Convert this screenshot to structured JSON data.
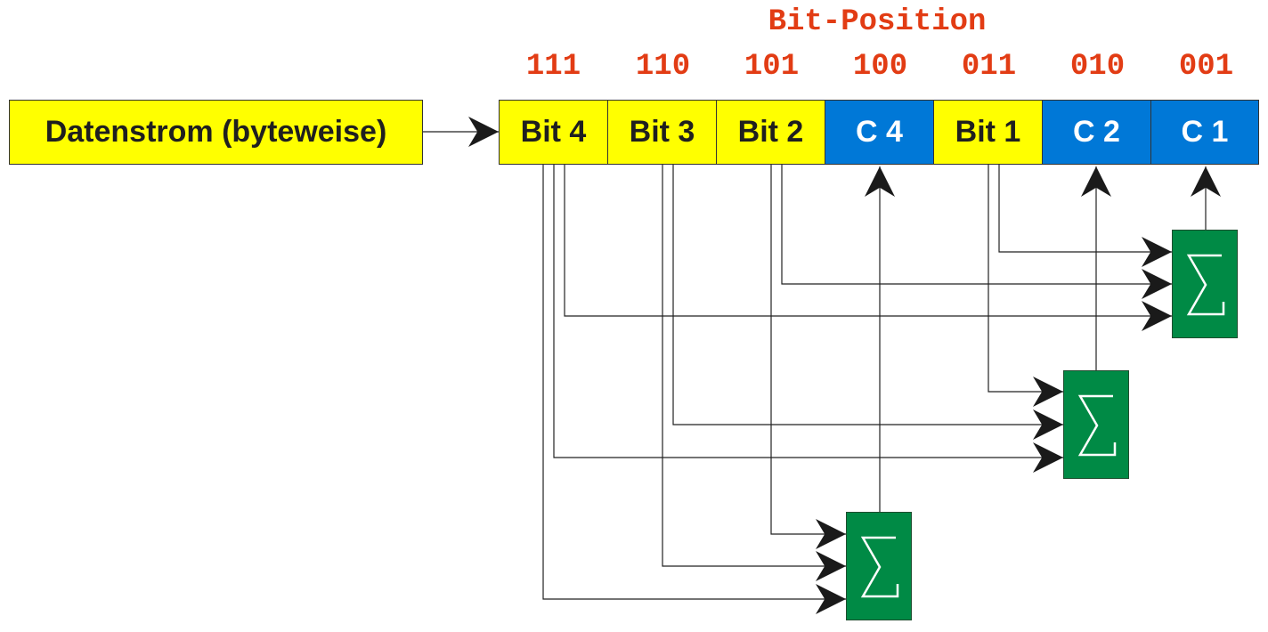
{
  "header": {
    "title": "Bit-Position"
  },
  "stream": {
    "label": "Datenstrom (byteweise)"
  },
  "positions": [
    "111",
    "110",
    "101",
    "100",
    "011",
    "010",
    "001"
  ],
  "cells": [
    {
      "label": "Bit 4",
      "kind": "data"
    },
    {
      "label": "Bit 3",
      "kind": "data"
    },
    {
      "label": "Bit 2",
      "kind": "data"
    },
    {
      "label": "C 4",
      "kind": "check"
    },
    {
      "label": "Bit 1",
      "kind": "data"
    },
    {
      "label": "C 2",
      "kind": "check"
    },
    {
      "label": "C 1",
      "kind": "check"
    }
  ],
  "adders": [
    {
      "id": "adder-c1",
      "icon": "sigma-icon",
      "output": "C 1",
      "inputs": [
        "Bit 1",
        "Bit 2",
        "Bit 4"
      ]
    },
    {
      "id": "adder-c2",
      "icon": "sigma-icon",
      "output": "C 2",
      "inputs": [
        "Bit 1",
        "Bit 3",
        "Bit 4"
      ]
    },
    {
      "id": "adder-c4",
      "icon": "sigma-icon",
      "output": "C 4",
      "inputs": [
        "Bit 2",
        "Bit 3",
        "Bit 4"
      ]
    }
  ],
  "colors": {
    "data_cell": "#ffff00",
    "check_cell": "#0078d7",
    "adder": "#008a45",
    "position_text": "#e23c14",
    "wire": "#222222"
  }
}
